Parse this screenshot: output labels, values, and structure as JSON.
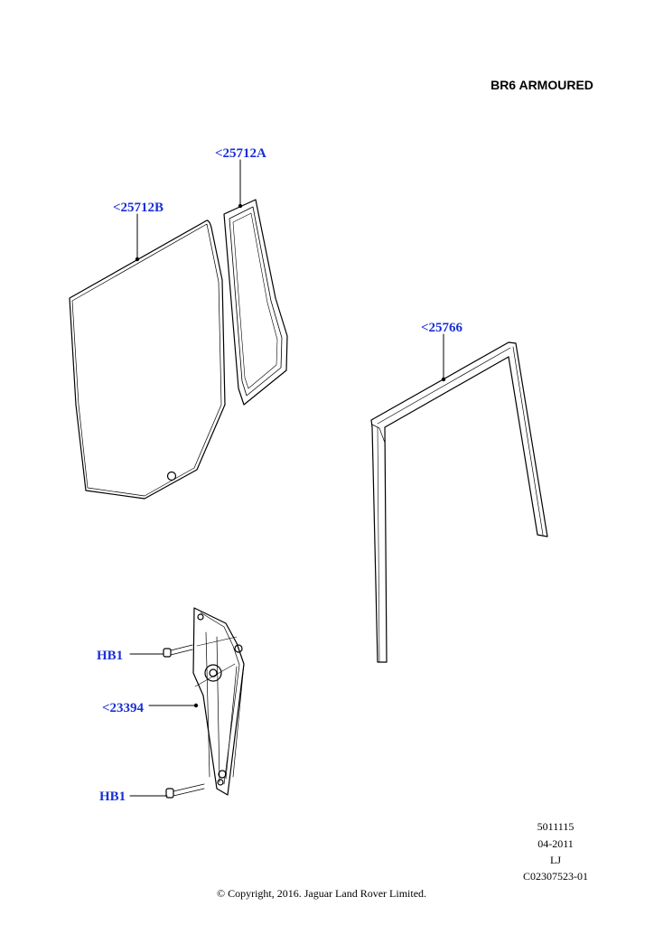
{
  "heading": "BR6 ARMOURED",
  "callouts": {
    "quarter_glass": "<25712A",
    "door_glass": "<25712B",
    "glass_run": "<25766",
    "bolt_top": "HB1",
    "regulator": "<23394",
    "bolt_bottom": "HB1"
  },
  "meta": [
    "5011115",
    "04-2011",
    "LJ",
    "C02307523-01"
  ],
  "copyright": "© Copyright, 2016. Jaguar Land Rover Limited.",
  "colors": {
    "callout": "#1a2fd6",
    "linework": "#000000"
  }
}
